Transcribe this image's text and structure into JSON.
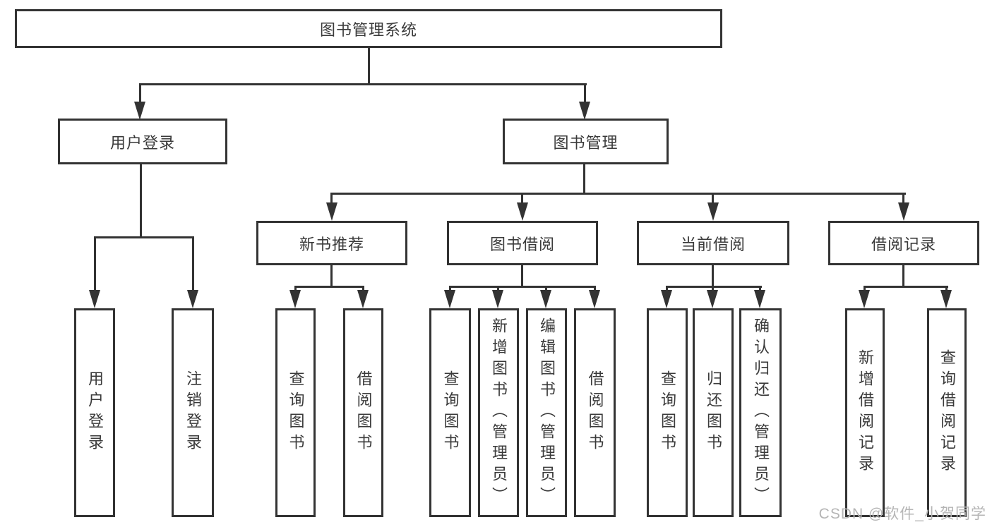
{
  "diagram": {
    "title": "图书管理系统",
    "children": [
      {
        "label": "用户登录",
        "children": [
          {
            "label": "用户登录"
          },
          {
            "label": "注销登录"
          }
        ]
      },
      {
        "label": "图书管理",
        "children": [
          {
            "label": "新书推荐",
            "children": [
              {
                "label": "查询图书"
              },
              {
                "label": "借阅图书"
              }
            ]
          },
          {
            "label": "图书借阅",
            "children": [
              {
                "label": "查询图书"
              },
              {
                "label": "新增图书（管理员）"
              },
              {
                "label": "编辑图书（管理员）"
              },
              {
                "label": "借阅图书"
              }
            ]
          },
          {
            "label": "当前借阅",
            "children": [
              {
                "label": "查询图书"
              },
              {
                "label": "归还图书"
              },
              {
                "label": "确认归还（管理员）"
              }
            ]
          },
          {
            "label": "借阅记录",
            "children": [
              {
                "label": "新增借阅记录"
              },
              {
                "label": "查询借阅记录"
              }
            ]
          }
        ]
      }
    ]
  },
  "watermark": {
    "text": "CSDN @软件_小贺同学"
  },
  "colors": {
    "line": "#333333",
    "text": "#3a3a3a",
    "watermark": "#b5b5b5",
    "background": "#ffffff"
  }
}
